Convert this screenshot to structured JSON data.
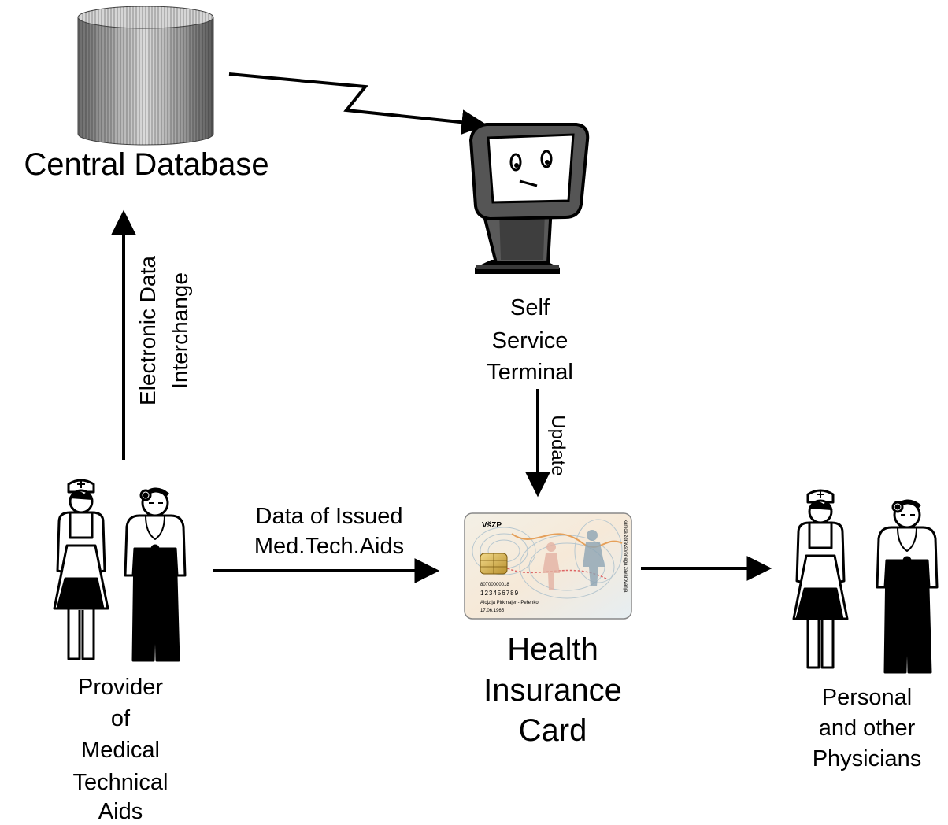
{
  "nodes": {
    "database": {
      "label": "Central Database"
    },
    "terminal": {
      "label_lines": [
        "Self",
        "Service",
        "Terminal"
      ]
    },
    "card": {
      "label_lines": [
        "Health",
        "Insurance",
        "Card"
      ],
      "printed_text": {
        "brand": "VšZP",
        "number_small": "80700000018",
        "number": "123456789",
        "holder": "Alojzija Pirkmajer - Peřenko",
        "date": "17.06.1965",
        "vertical": "kartica zdravstvenega zavarovanja"
      }
    },
    "provider": {
      "label_lines": [
        "Provider",
        "of",
        "Medical",
        "Technical",
        "Aids"
      ]
    },
    "physicians": {
      "label_lines": [
        "Personal",
        "and other",
        "Physicians"
      ]
    }
  },
  "edges": {
    "edi": {
      "label_lines": [
        "Electronic Data",
        "Interchange"
      ]
    },
    "update": {
      "label": "Update"
    },
    "issued": {
      "label_lines": [
        "Data of Issued",
        "Med.Tech.Aids"
      ]
    }
  },
  "colors": {
    "line": "#000000",
    "terminal_body": "#555555",
    "terminal_screen": "#ffffff",
    "db_light": "#dcdcdc",
    "db_dark": "#6a6a6a"
  },
  "icons": {
    "database": "cylinder-database-icon",
    "terminal": "kiosk-terminal-icon",
    "card": "smart-card-icon",
    "nurse": "nurse-figure-icon",
    "doctor": "doctor-figure-icon"
  }
}
